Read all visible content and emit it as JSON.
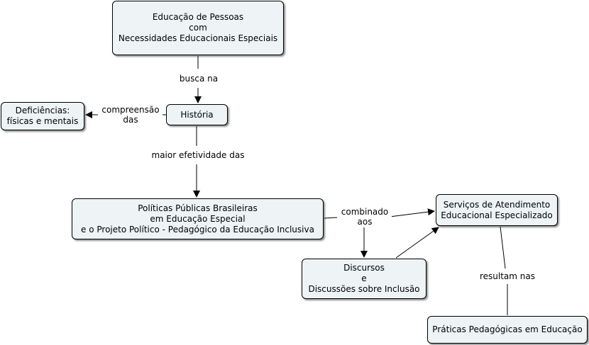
{
  "concepts": {
    "root": "Educação de Pessoas\ncom\nNecessidades Educacionais Especiais",
    "historia": "História",
    "deficiencias": "Deficiências:\nfísicas e mentais",
    "politicas": "Políticas Públicas Brasileiras\nem Educação Especial\ne o Projeto Político - Pedagógico da Educação Inclusiva",
    "servicos": "Serviços de Atendimento\nEducacional Especializado",
    "discursos": "Discursos\ne\nDiscussões sobre Inclusão",
    "praticas": "Práticas Pedagógicas em Educação"
  },
  "links": {
    "busca_na": "busca na",
    "compreensao_das": "compreensão\ndas",
    "maior_efetividade": "maior efetividade das",
    "combinado_aos": "combinado\naos",
    "resultam_nas": "resultam nas"
  },
  "colors": {
    "node_fill": "#eef3f5",
    "line": "#000000"
  }
}
